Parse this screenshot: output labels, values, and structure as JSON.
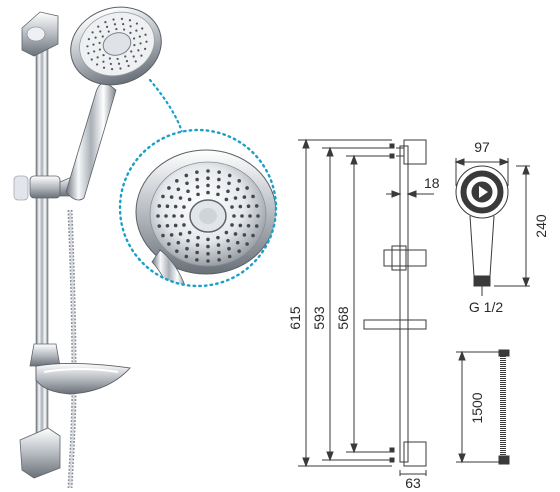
{
  "dimensions": {
    "total_height": "615",
    "bar_height": "593",
    "slide_range": "568",
    "bar_diameter": "18",
    "base_width": "63",
    "head_width": "97",
    "handle_length": "240",
    "thread": "G 1/2",
    "hose_length": "1500"
  },
  "colors": {
    "chrome_light": "#f4f6f8",
    "chrome_dark": "#5b6068",
    "line": "#3a3a3a",
    "callout_dots": "#1aa0c8"
  }
}
